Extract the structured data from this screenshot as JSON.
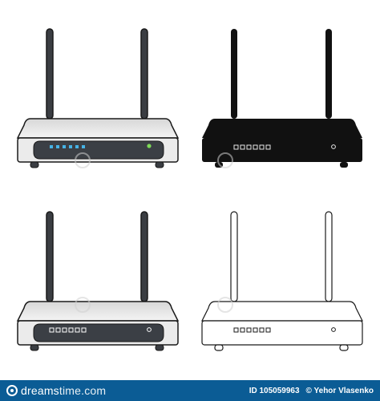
{
  "image": {
    "subject": "wi-fi router icon in four styles",
    "variants": [
      {
        "style": "cartoon",
        "body_color": "#e3e3e3",
        "front_color": "#3b3f45",
        "led_color": "#46b3e6",
        "status_led_color": "#7ed957"
      },
      {
        "style": "black",
        "body_color": "#111111",
        "front_color": "#111111",
        "led_color": "#111111"
      },
      {
        "style": "cartoon-gray",
        "body_color": "#e3e3e3",
        "front_color": "#3b3f45",
        "led_color": "#ffffff"
      },
      {
        "style": "outline",
        "body_color": "#ffffff",
        "front_color": "#ffffff",
        "led_color": "#ffffff"
      }
    ],
    "watermark_text": "dreamstime"
  },
  "footer": {
    "brand_name": "dreams",
    "brand_tld": "time.com",
    "image_id": "ID 105059963",
    "author": "© Yehor Vlasenko"
  },
  "colors": {
    "footer_bg": "#0b5c95",
    "outline": "#1a1a1a",
    "antenna": "#3a3d42"
  }
}
